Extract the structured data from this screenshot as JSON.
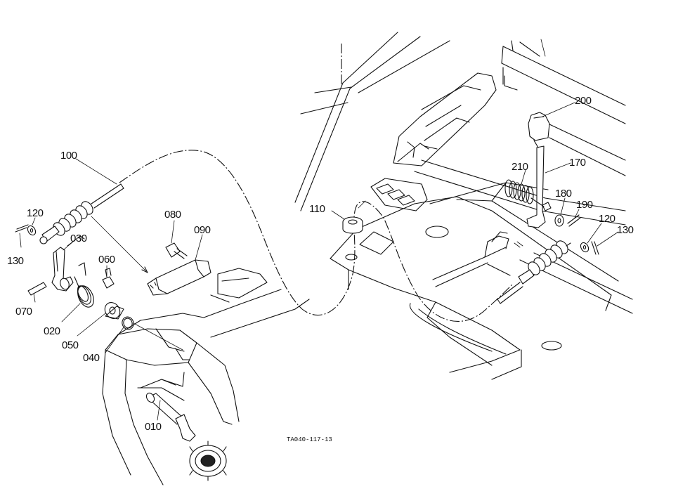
{
  "diagram": {
    "drawing_code": "TA040-117-13",
    "callouts": [
      {
        "id": "010",
        "label": "010"
      },
      {
        "id": "020",
        "label": "020"
      },
      {
        "id": "030",
        "label": "030"
      },
      {
        "id": "040",
        "label": "040"
      },
      {
        "id": "050",
        "label": "050"
      },
      {
        "id": "060",
        "label": "060"
      },
      {
        "id": "070",
        "label": "070"
      },
      {
        "id": "080",
        "label": "080"
      },
      {
        "id": "090",
        "label": "090"
      },
      {
        "id": "100",
        "label": "100"
      },
      {
        "id": "110",
        "label": "110"
      },
      {
        "id": "120a",
        "label": "120"
      },
      {
        "id": "120b",
        "label": "120"
      },
      {
        "id": "130a",
        "label": "130"
      },
      {
        "id": "130b",
        "label": "130"
      },
      {
        "id": "170",
        "label": "170"
      },
      {
        "id": "180",
        "label": "180"
      },
      {
        "id": "190",
        "label": "190"
      },
      {
        "id": "200",
        "label": "200"
      },
      {
        "id": "210",
        "label": "210"
      }
    ]
  }
}
